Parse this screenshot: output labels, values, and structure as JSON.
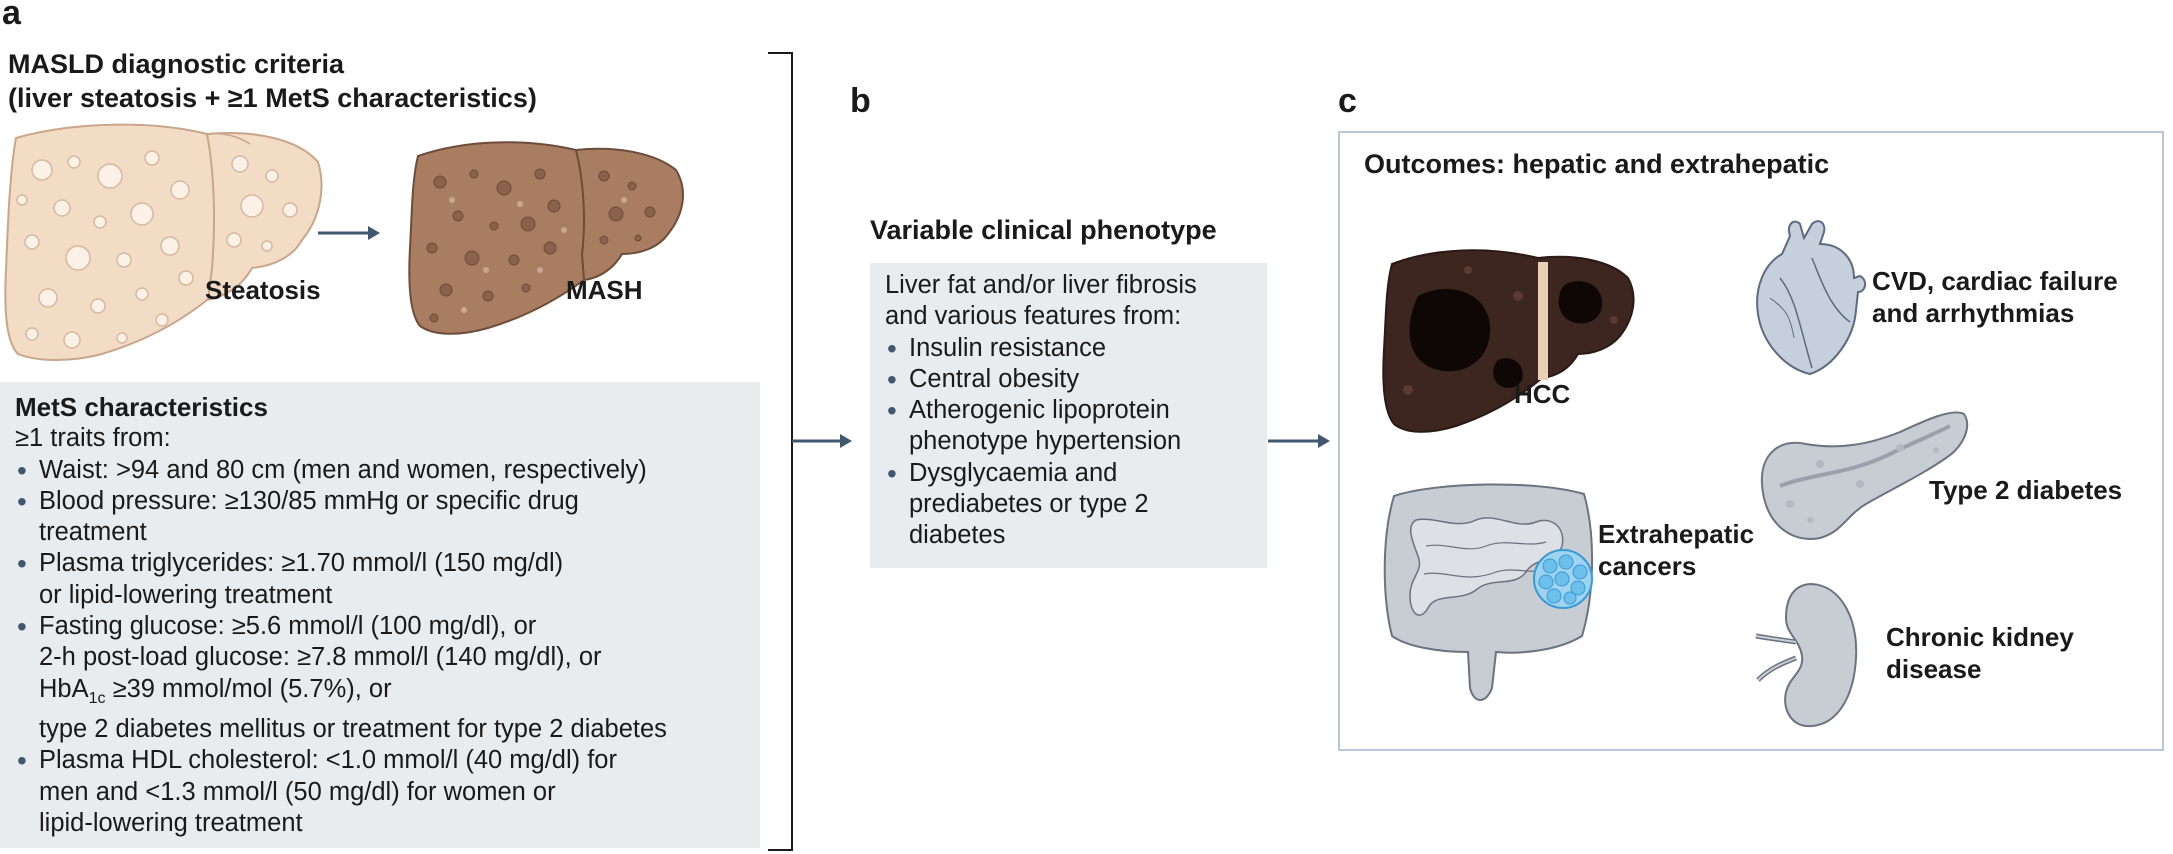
{
  "panel_a": {
    "letter": "a",
    "title_line1": "MASLD diagnostic criteria",
    "title_line2": "(liver steatosis + ≥1 MetS characteristics)",
    "steatosis_label": "Steatosis",
    "mash_label": "MASH",
    "mets": {
      "heading": "MetS characteristics",
      "intro": "≥1 traits from:",
      "items": [
        {
          "lines": [
            "Waist: >94 and 80 cm (men and women, respectively)"
          ]
        },
        {
          "lines": [
            "Blood pressure: ≥130/85 mmHg or specific drug",
            "treatment"
          ]
        },
        {
          "lines": [
            "Plasma triglycerides: ≥1.70 mmol/l (150 mg/dl)",
            "or lipid-lowering treatment"
          ]
        },
        {
          "lines": [
            "Fasting glucose: ≥5.6 mmol/l (100 mg/dl), or",
            "2-h post-load glucose: ≥7.8 mmol/l (140 mg/dl), or"
          ],
          "hba_prefix": "HbA",
          "hba_sub": "1c",
          "hba_rest": " ≥39 mmol/mol (5.7%), or",
          "last_line": "type 2 diabetes mellitus or treatment for type 2 diabetes"
        },
        {
          "lines": [
            "Plasma HDL cholesterol: <1.0 mmol/l (40 mg/dl) for",
            "men and <1.3 mmol/l (50 mg/dl) for women or",
            "lipid-lowering treatment"
          ]
        }
      ]
    }
  },
  "panel_b": {
    "letter": "b",
    "title": "Variable clinical phenotype",
    "intro_lines": [
      "Liver fat and/or liver fibrosis",
      "and various features from:"
    ],
    "items": [
      {
        "lines": [
          "Insulin resistance"
        ]
      },
      {
        "lines": [
          "Central obesity"
        ]
      },
      {
        "lines": [
          "Atherogenic lipoprotein",
          "phenotype hypertension"
        ]
      },
      {
        "lines": [
          "Dysglycaemia and",
          "prediabetes or type 2",
          "diabetes"
        ]
      }
    ]
  },
  "panel_c": {
    "letter": "c",
    "title": "Outcomes: hepatic and extrahepatic",
    "hcc_label": "HCC",
    "cvd_label_lines": [
      "CVD, cardiac failure",
      "and arrhythmias"
    ],
    "cancers_label_lines": [
      "Extrahepatic",
      "cancers"
    ],
    "diabetes_label": "Type 2 diabetes",
    "kidney_label_lines": [
      "Chronic kidney",
      "disease"
    ]
  },
  "colors": {
    "grey_box": "#e9ecef",
    "arrow": "#3f5870",
    "panel_c_border": "#b9c6d8",
    "steatosis_liver": "#f2dcc6",
    "mash_liver": "#a87d62",
    "hcc_liver": "#3e2620"
  },
  "icons": [
    "liver-steatosis-icon",
    "liver-mash-icon",
    "liver-hcc-icon",
    "heart-icon",
    "intestine-icon",
    "tumor-icon",
    "pancreas-icon",
    "kidney-icon",
    "arrow-right-icon"
  ]
}
